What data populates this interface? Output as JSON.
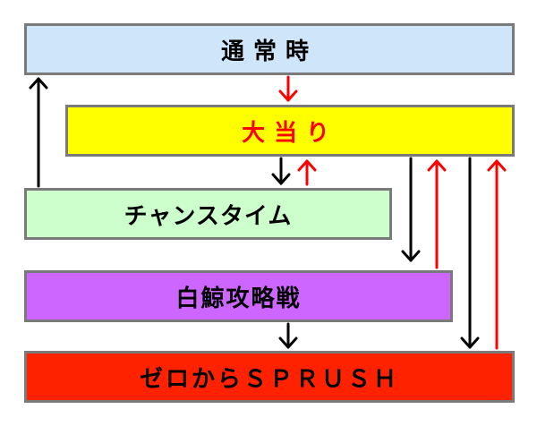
{
  "states": {
    "normal": {
      "label": "通常時",
      "color": "#cfe6fa",
      "text_color": "#000000"
    },
    "jackpot": {
      "label": "大当り",
      "color": "#ffff00",
      "text_color": "#ff0000"
    },
    "chance_time": {
      "label": "チャンスタイム",
      "color": "#ccffcc",
      "text_color": "#000000"
    },
    "hakugei": {
      "label": "白鯨攻略戦",
      "color": "#cc66ff",
      "text_color": "#000000"
    },
    "zero_rush": {
      "label": "ゼロからＳＰＲＵＳＨ",
      "color": "#ff2200",
      "text_color": "#000000"
    }
  },
  "arrow_colors": {
    "black": "#000000",
    "red": "#ff0000"
  },
  "transitions": [
    {
      "from": "normal",
      "to": "jackpot",
      "color": "red"
    },
    {
      "from": "jackpot",
      "to": "chance_time",
      "color": "black"
    },
    {
      "from": "chance_time",
      "to": "jackpot",
      "color": "red"
    },
    {
      "from": "chance_time",
      "to": "normal",
      "color": "black"
    },
    {
      "from": "jackpot",
      "to": "hakugei",
      "color": "black"
    },
    {
      "from": "hakugei",
      "to": "jackpot",
      "color": "red"
    },
    {
      "from": "hakugei",
      "to": "zero_rush",
      "color": "black"
    },
    {
      "from": "jackpot",
      "to": "zero_rush",
      "color": "black"
    },
    {
      "from": "zero_rush",
      "to": "jackpot",
      "color": "red"
    }
  ]
}
